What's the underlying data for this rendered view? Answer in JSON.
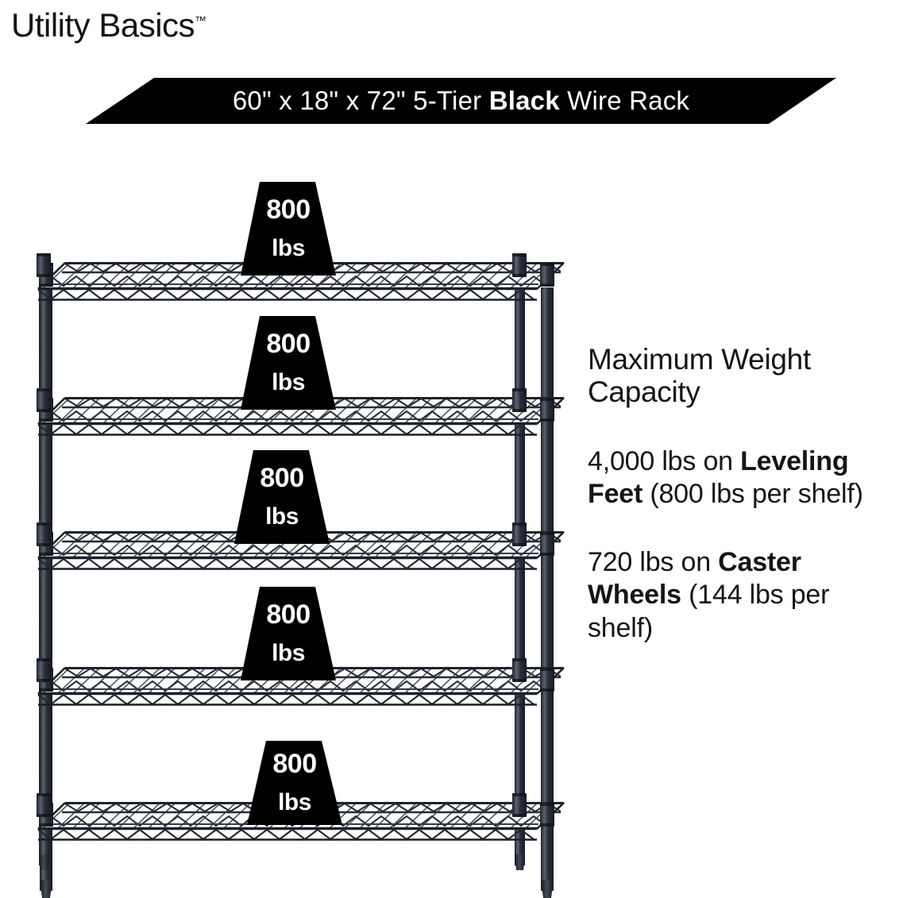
{
  "brand": {
    "name": "Utility Basics",
    "trademark": "™"
  },
  "banner": {
    "dimensions": "60\" x 18\" x 72\"",
    "tier_text": "5-Tier",
    "emphasis": "Black",
    "suffix": "Wire Rack",
    "background_color": "#000000",
    "text_color": "#ffffff"
  },
  "copy": {
    "heading": "Maximum Weight Capacity",
    "paragraphs": [
      {
        "lead": "4,000 lbs on ",
        "bold": "Leveling Feet",
        "tail": " (800 lbs per shelf)"
      },
      {
        "lead": "720 lbs on ",
        "bold": "Caster Wheels",
        "tail": " (144 lbs per shelf)"
      }
    ]
  },
  "product": {
    "tiers": 5,
    "wire_color": "#2b303b",
    "badge_color": "#000000",
    "badge_text_color": "#ffffff",
    "shelf_badges": [
      {
        "value": "800",
        "unit": "lbs"
      },
      {
        "value": "800",
        "unit": "lbs"
      },
      {
        "value": "800",
        "unit": "lbs"
      },
      {
        "value": "800",
        "unit": "lbs"
      },
      {
        "value": "800",
        "unit": "lbs"
      }
    ]
  }
}
